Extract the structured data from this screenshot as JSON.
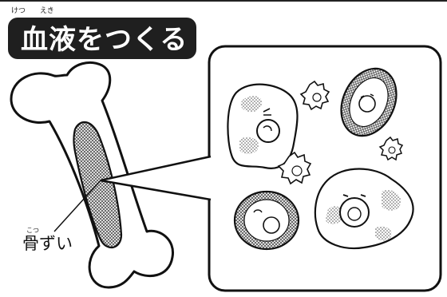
{
  "title": {
    "text": "血液をつくる",
    "ruby_ketsu": "けつ",
    "ruby_eki": "えき"
  },
  "marrow": {
    "label": "骨ずい",
    "ruby": "こつ"
  },
  "colors": {
    "ink": "#111111",
    "badge": "#1f1f1f",
    "hatch": "#8a8a8a",
    "background": "#ffffff"
  },
  "icons": [
    "bone-icon",
    "bone-marrow-icon",
    "white-blood-cell-icon",
    "red-blood-cell-icon",
    "platelet-icon"
  ]
}
